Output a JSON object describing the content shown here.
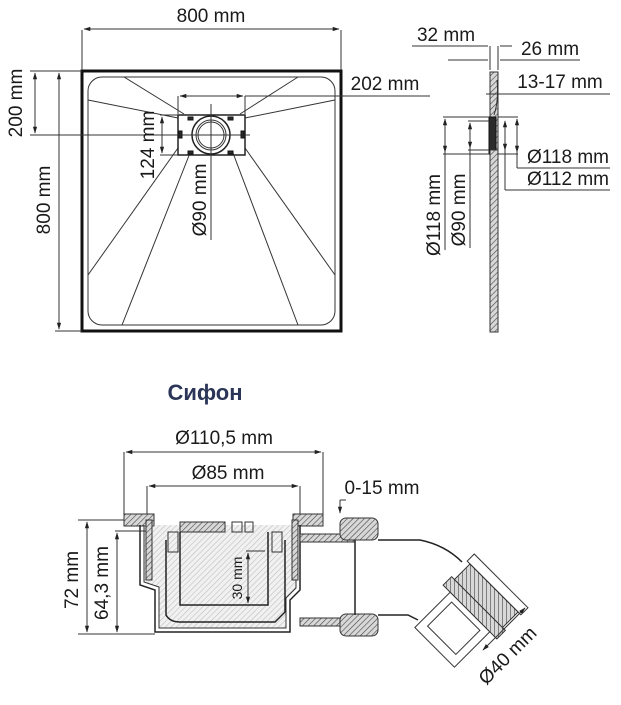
{
  "tray_plan_view": {
    "width_label": "800 mm",
    "depth_label": "800 mm",
    "drain_offset_label": "200 mm",
    "drain_box_width_label": "202 mm",
    "drain_box_height_label": "124 mm",
    "drain_diameter_label": "Ø90 mm"
  },
  "tray_side_view": {
    "top_width_label": "32 mm",
    "body_width_label": "26 mm",
    "edge_thickness_label": "13-17 mm",
    "outer_flange_label": "Ø118 mm",
    "inner_flange_label": "Ø112 mm",
    "left_outer_label": "Ø118 mm",
    "left_inner_label": "Ø90 mm"
  },
  "siphon": {
    "title": "Сифон",
    "outer_diameter_label": "Ø110,5 mm",
    "inner_diameter_label": "Ø85 mm",
    "adjust_range_label": "0-15 mm",
    "total_height_label": "72 mm",
    "body_height_label": "64,3 mm",
    "water_seal_label": "30 mm",
    "outlet_diameter_label": "Ø40 mm"
  },
  "colors": {
    "line": "#1a1a1a",
    "title": "#2b3557",
    "background": "#ffffff"
  }
}
